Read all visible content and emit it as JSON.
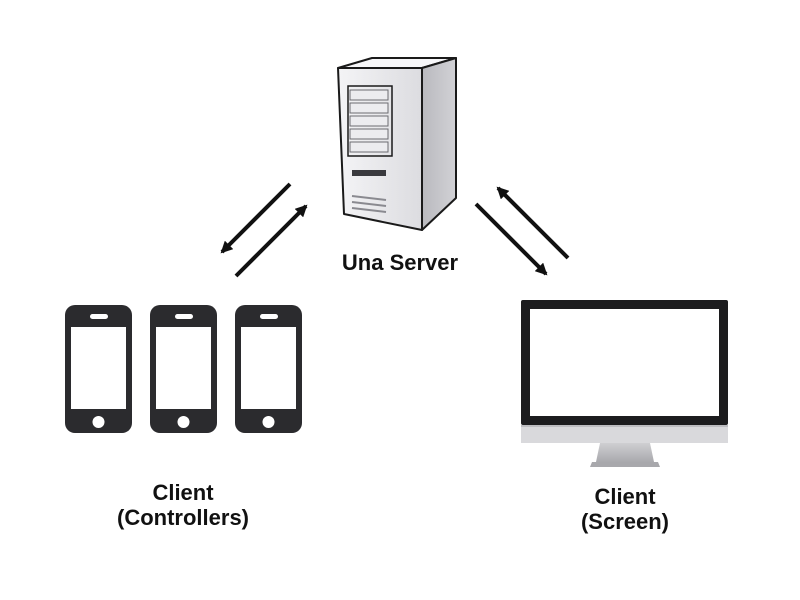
{
  "server": {
    "icon": "server-tower-icon",
    "label": "Una Server"
  },
  "controllers": {
    "icon": "smartphone-icon",
    "count": 3,
    "label_line1": "Client",
    "label_line2": "(Controllers)"
  },
  "screen": {
    "icon": "desktop-monitor-icon",
    "label_line1": "Client",
    "label_line2": "(Screen)"
  },
  "connections": [
    {
      "from": "controllers",
      "to": "server",
      "bidirectional": true
    },
    {
      "from": "server",
      "to": "screen",
      "bidirectional": true
    }
  ],
  "colors": {
    "phone_body": "#2b2b2e",
    "server_body": "#e6e6e9",
    "arrow": "#111111",
    "text": "#111111"
  }
}
